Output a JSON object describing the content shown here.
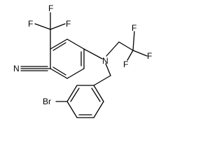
{
  "molecule": {
    "atoms": {
      "f_a1": "F",
      "f_a2": "F",
      "f_a3": "F",
      "f_b1": "F",
      "f_b2": "F",
      "f_b3": "F",
      "n_nitrile": "N",
      "n_amine": "N",
      "br": "Br"
    }
  }
}
